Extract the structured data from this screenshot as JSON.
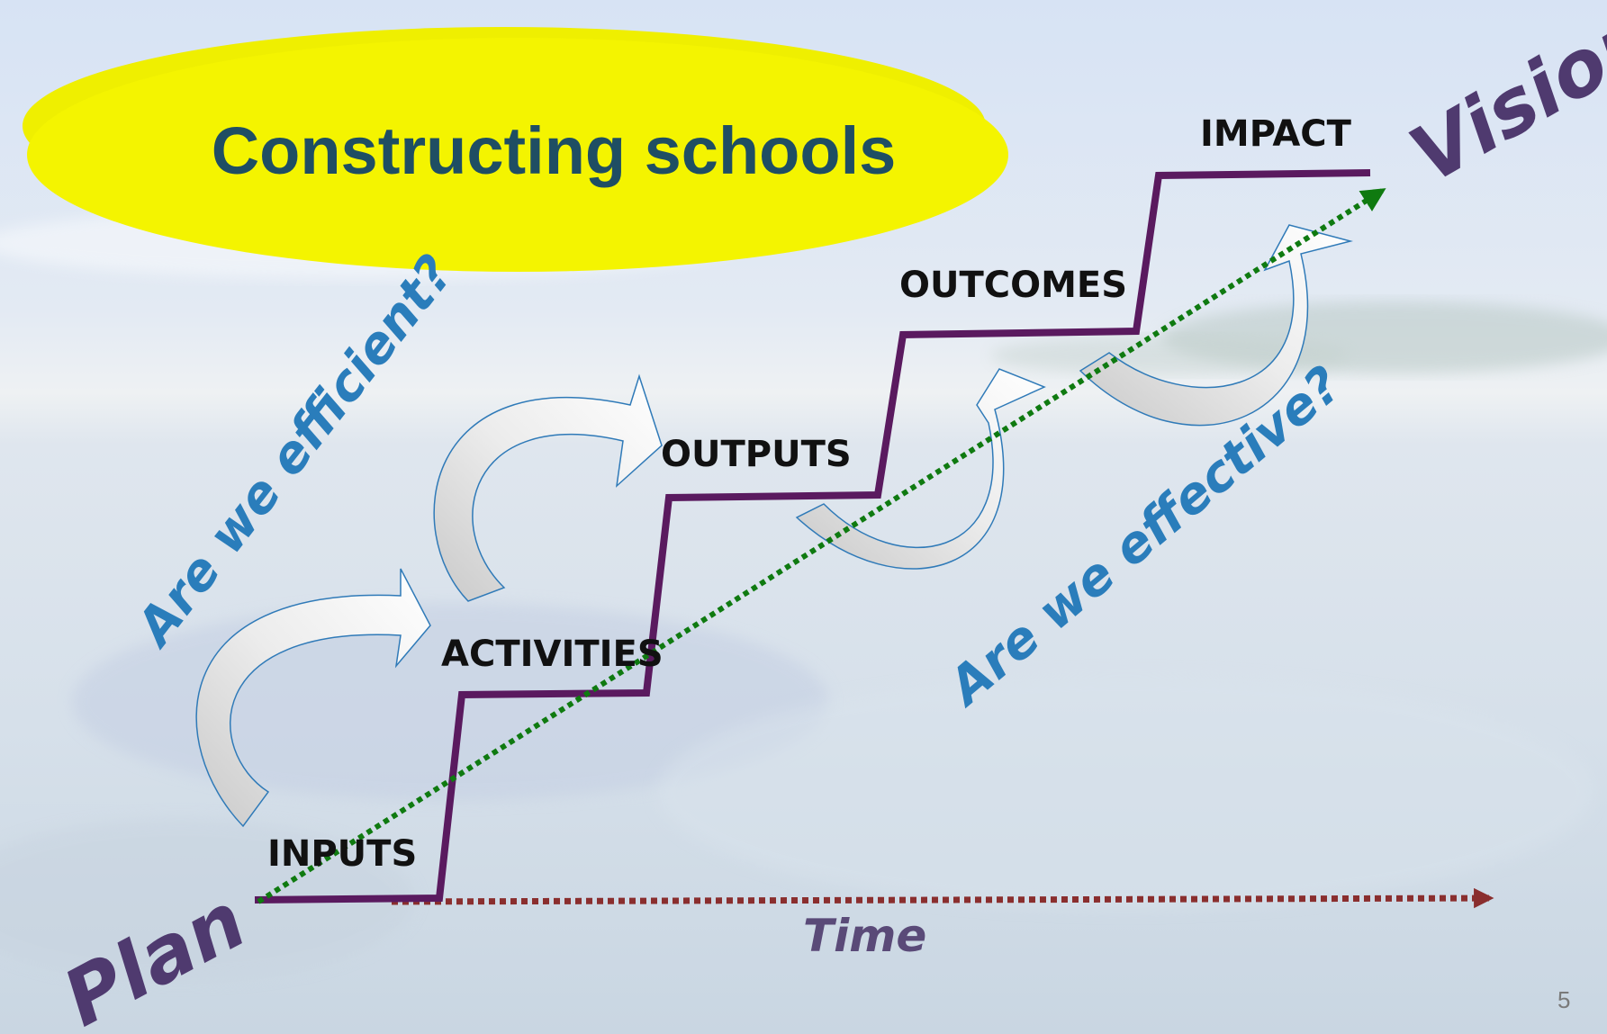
{
  "title": "Constructing schools",
  "stages": [
    "INPUTS",
    "ACTIVITIES",
    "OUTPUTS",
    "OUTCOMES",
    "IMPACT"
  ],
  "questions": {
    "efficiency": "Are we efficient?",
    "effectiveness": "Are we effective?"
  },
  "labels": {
    "start": "Plan",
    "end": "Vision",
    "time_axis": "Time"
  },
  "page_number": "5",
  "colors": {
    "title_ellipse": "#f4f400",
    "title_text": "#1f4e63",
    "staircase": "#5a1a5f",
    "progress_arrow": "#0f7a10",
    "time_arrow": "#8a2e2e",
    "question_text": "#2a7dbb",
    "plan_vision_text": "#4f3a6f"
  }
}
